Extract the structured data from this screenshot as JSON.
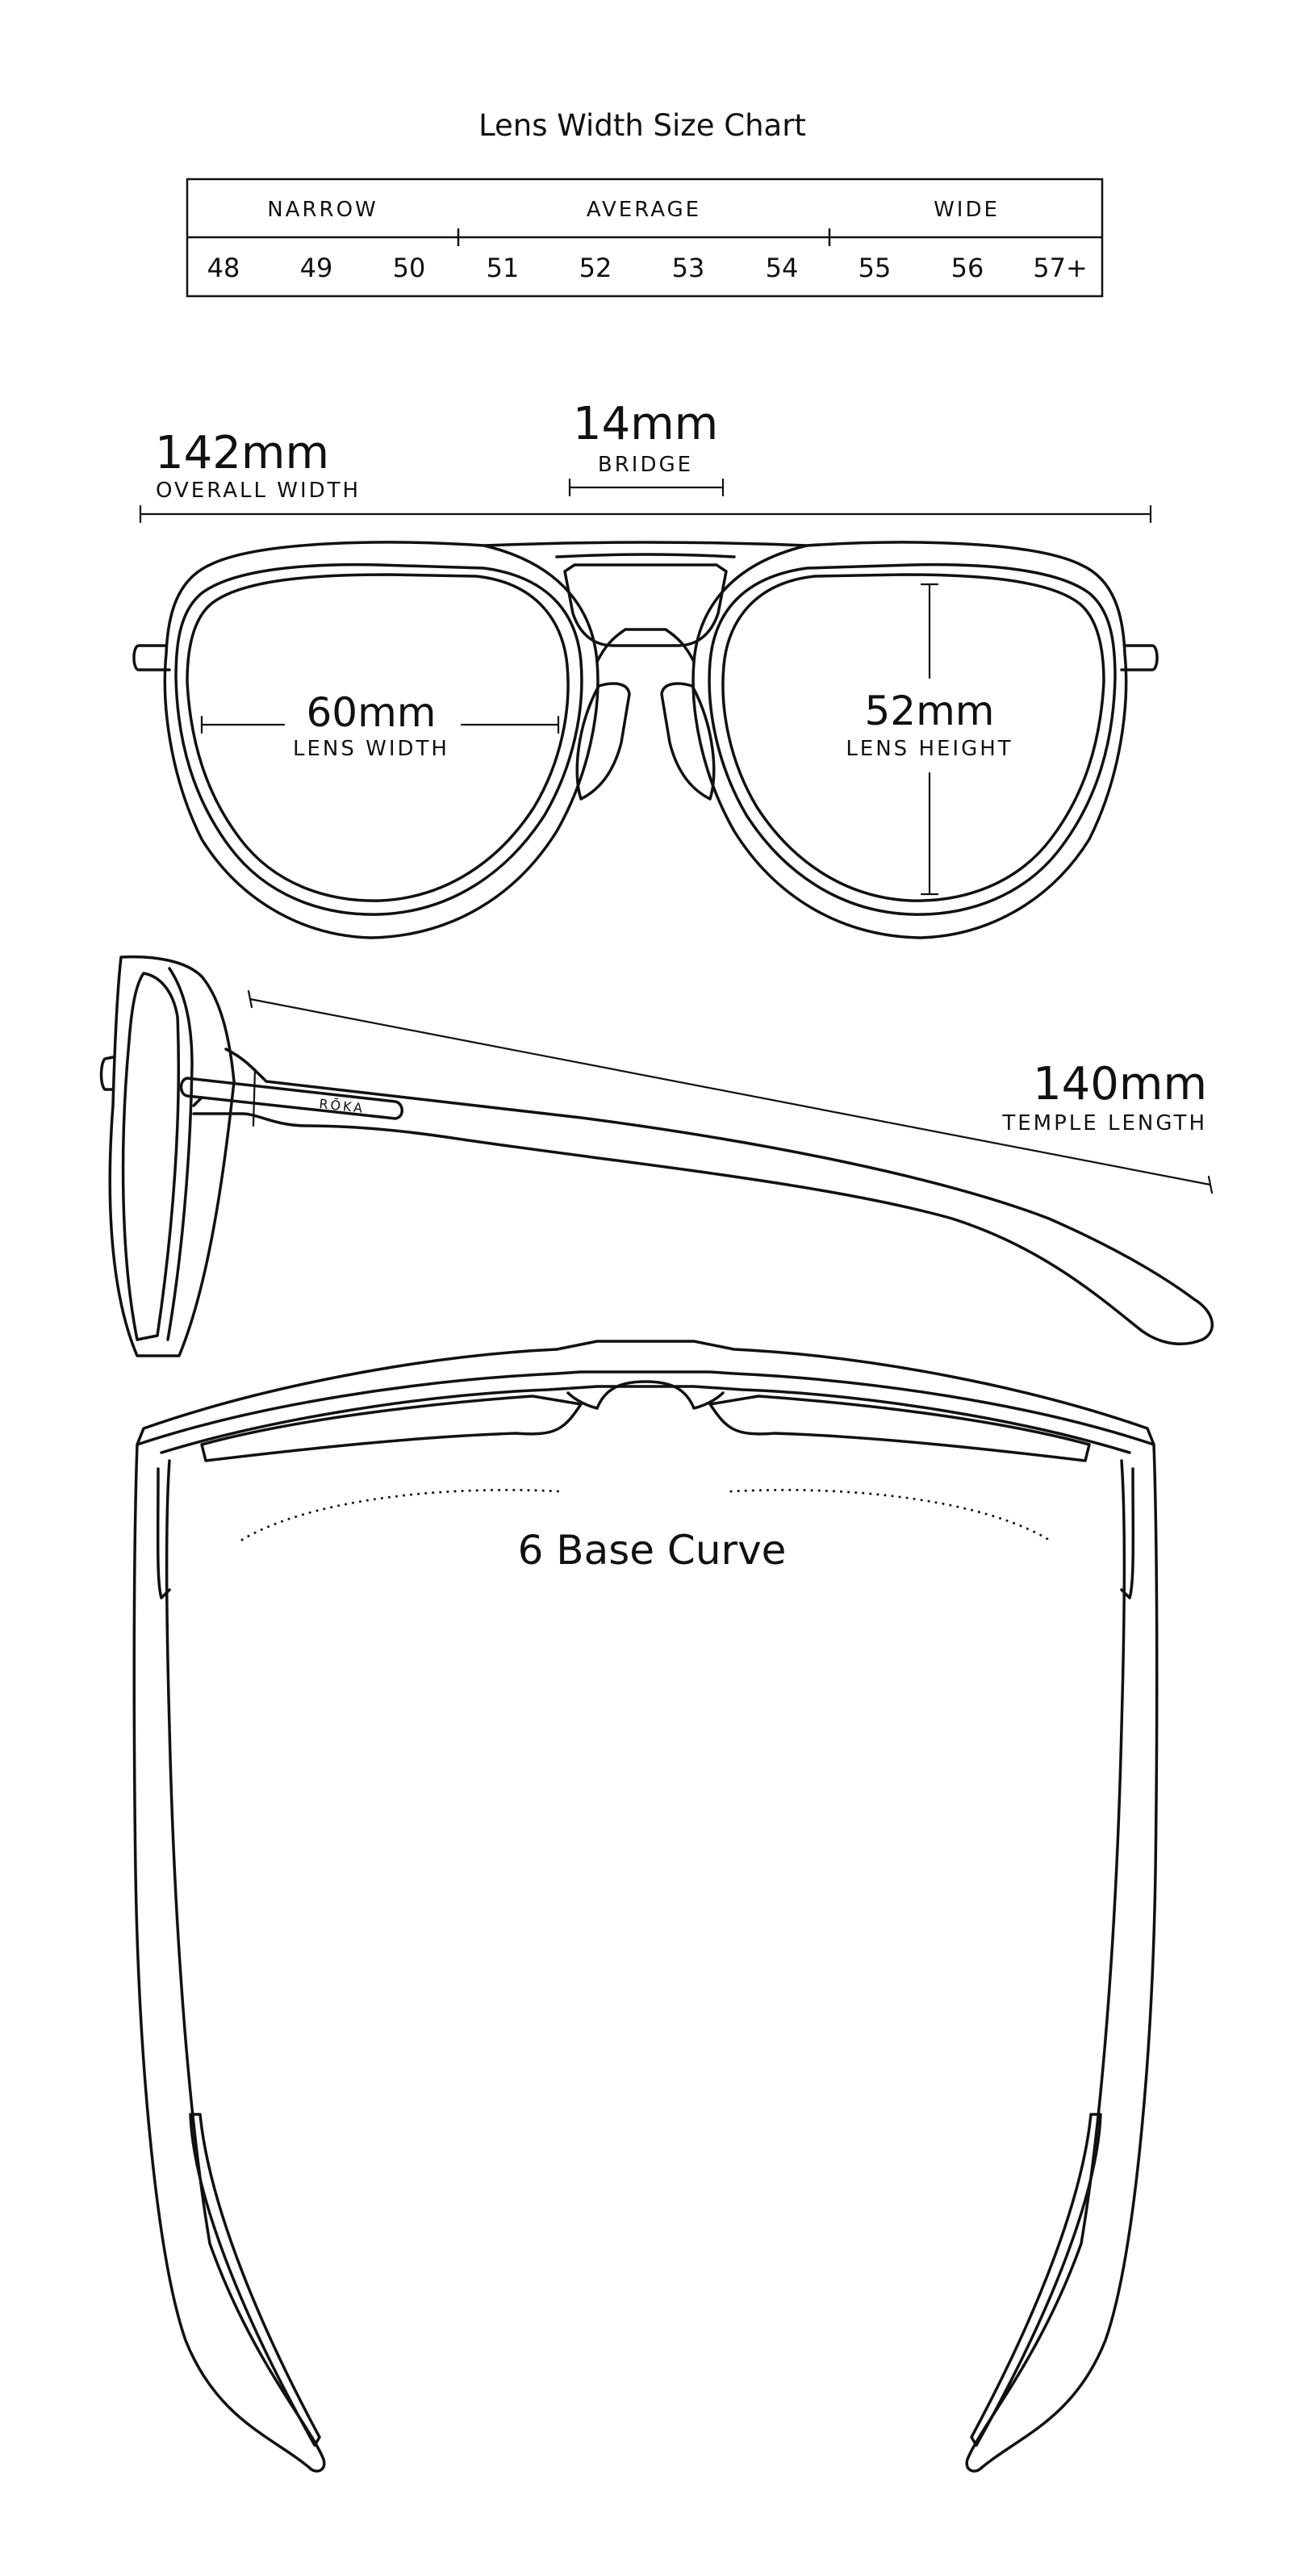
{
  "size_chart": {
    "title": "Lens Width Size Chart",
    "groups": [
      "NARROW",
      "AVERAGE",
      "WIDE"
    ],
    "sizes": [
      "48",
      "49",
      "50",
      "51",
      "52",
      "53",
      "54",
      "55",
      "56",
      "57+"
    ]
  },
  "front_view": {
    "overall_width_value": "142mm",
    "overall_width_label": "OVERALL WIDTH",
    "bridge_value": "14mm",
    "bridge_label": "BRIDGE",
    "lens_width_value": "60mm",
    "lens_width_label": "LENS WIDTH",
    "lens_height_value": "52mm",
    "lens_height_label": "LENS HEIGHT"
  },
  "side_view": {
    "temple_value": "140mm",
    "temple_label": "TEMPLE LENGTH",
    "brand_mark": "RŌKA"
  },
  "top_view": {
    "base_curve_label": "6 Base Curve"
  }
}
